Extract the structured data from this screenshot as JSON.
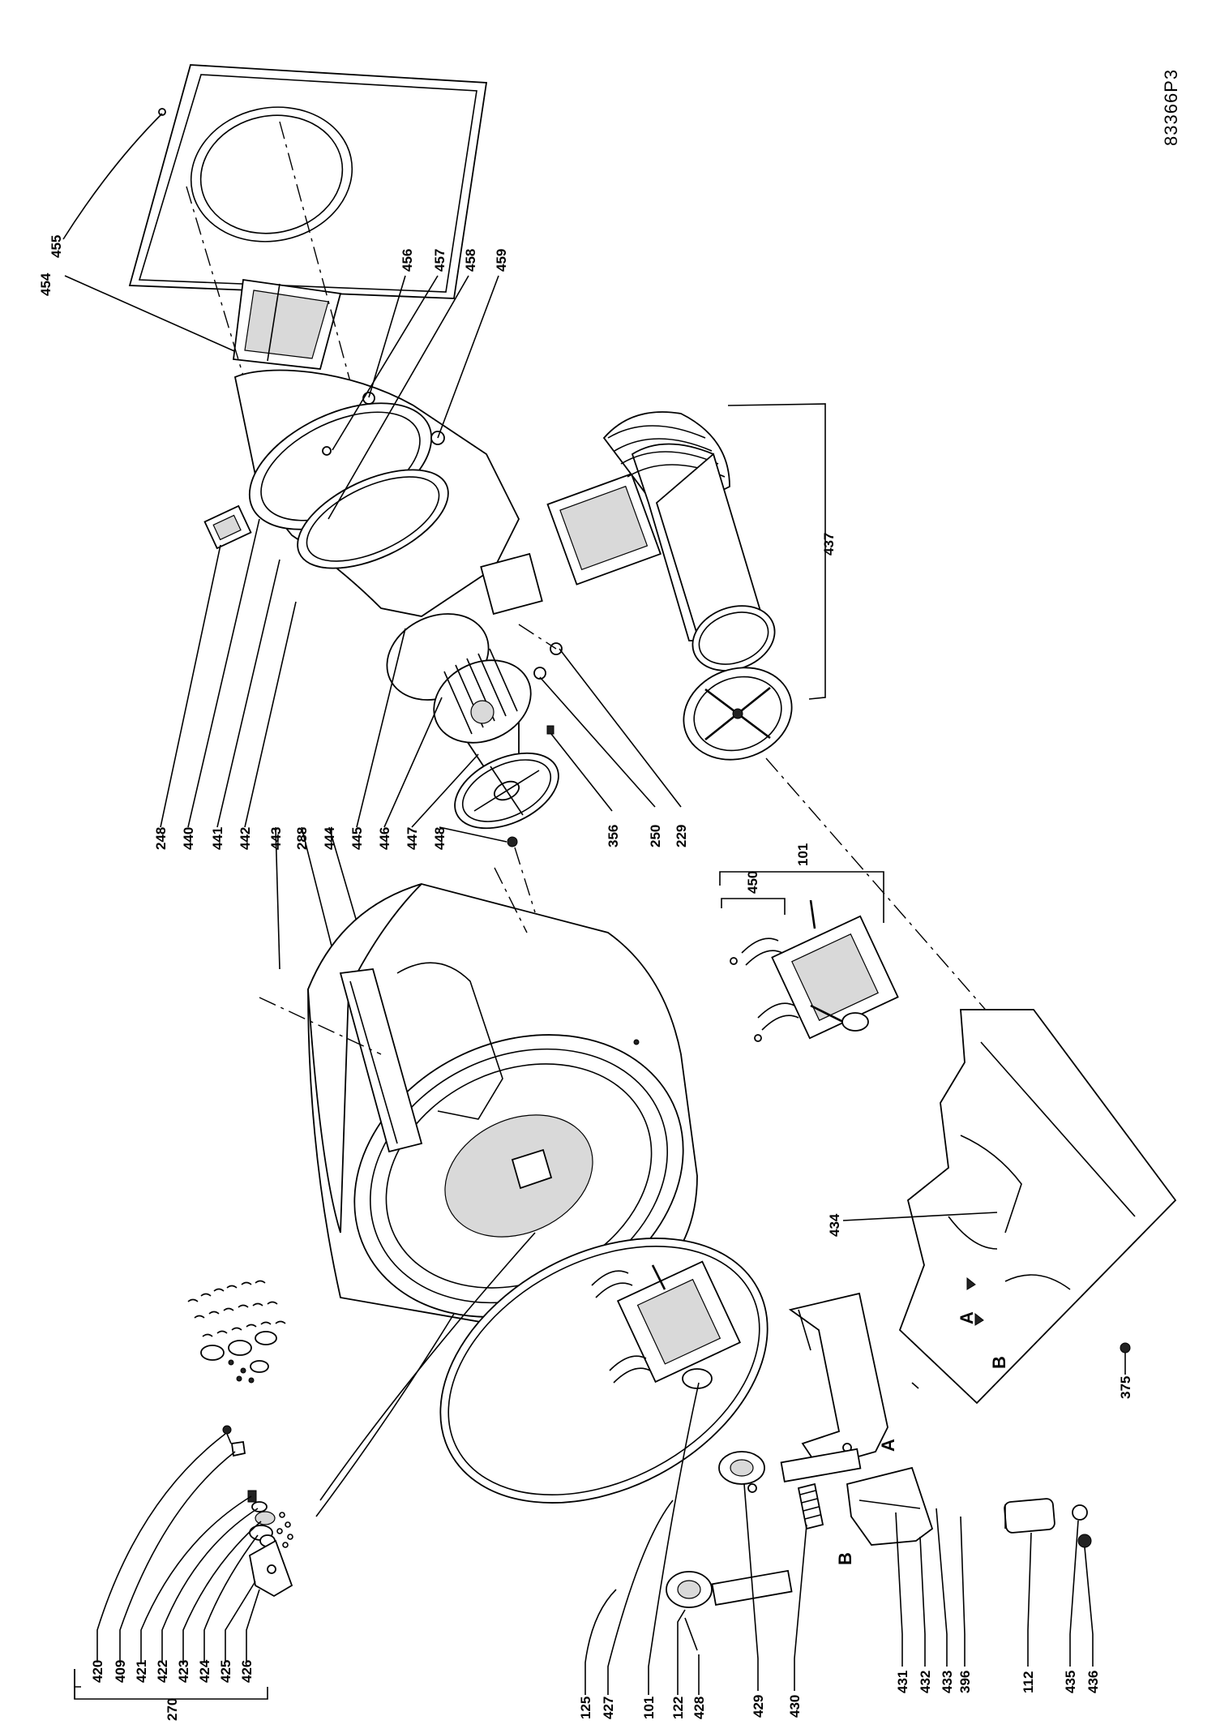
{
  "drawing_code": "83366P3",
  "callouts": {
    "c454": "454",
    "c455": "455",
    "c456": "456",
    "c457": "457",
    "c458": "458",
    "c459": "459",
    "c437": "437",
    "c248": "248",
    "c440": "440",
    "c441": "441",
    "c442": "442",
    "c443": "443",
    "c288": "288",
    "c444": "444",
    "c445": "445",
    "c446": "446",
    "c447": "447",
    "c448": "448",
    "c356": "356",
    "c250": "250",
    "c229": "229",
    "c101_motor": "101",
    "c450": "450",
    "c434": "434",
    "c375": "375",
    "c270": "270",
    "c420": "420",
    "c409": "409",
    "c421": "421",
    "c422": "422",
    "c423": "423",
    "c424": "424",
    "c425": "425",
    "c426": "426",
    "c125": "125",
    "c427": "427",
    "c101": "101",
    "c122": "122",
    "c428": "428",
    "c429": "429",
    "c430": "430",
    "c431": "431",
    "c432": "432",
    "c433": "433",
    "c396": "396",
    "c112": "112",
    "c435": "435",
    "c436": "436"
  },
  "markers": {
    "a1": "A",
    "a2": "A",
    "b1": "B",
    "b2": "B"
  }
}
